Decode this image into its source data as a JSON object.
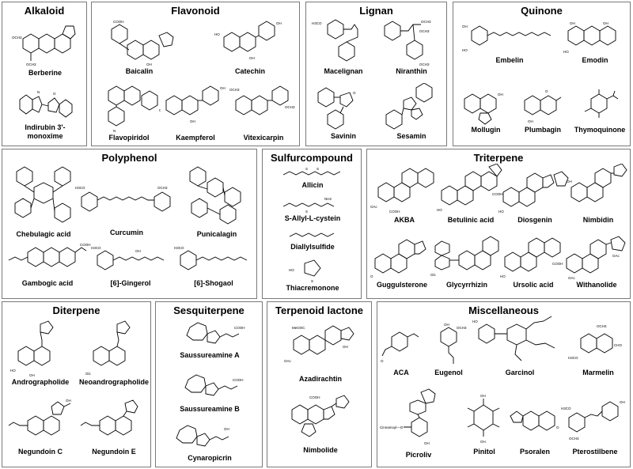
{
  "panels": {
    "alkaloid": {
      "title": "Alkaloid",
      "compounds": [
        "Berberine",
        "Indirubin 3'-monoxime"
      ]
    },
    "flavonoid": {
      "title": "Flavonoid",
      "compounds": [
        "Baicalin",
        "Catechin",
        "Flavopiridol",
        "Kaempferol",
        "Vitexicarpin"
      ]
    },
    "lignan": {
      "title": "Lignan",
      "compounds": [
        "Macelignan",
        "Niranthin",
        "Savinin",
        "Sesamin"
      ]
    },
    "quinone": {
      "title": "Quinone",
      "compounds": [
        "Embelin",
        "Emodin",
        "Mollugin",
        "Plumbagin",
        "Thymoquinone"
      ]
    },
    "polyphenol": {
      "title": "Polyphenol",
      "compounds": [
        "Chebulagic acid",
        "Curcumin",
        "Punicalagin",
        "Gambogic acid",
        "[6]-Gingerol",
        "[6]-Shogaol"
      ]
    },
    "sulfur": {
      "title": "Sulfurcompound",
      "compounds": [
        "Allicin",
        "S-Allyl-L-cystein",
        "Diallylsulfide",
        "Thiacremonone"
      ]
    },
    "triterpene": {
      "title": "Triterpene",
      "compounds": [
        "AKBA",
        "Betulinic acid",
        "Diosgenin",
        "Nimbidin",
        "Guggulsterone",
        "Glycyrrhizin",
        "Ursolic acid",
        "Withanolide"
      ]
    },
    "diterpene": {
      "title": "Diterpene",
      "compounds": [
        "Andrographolide",
        "Neoandrographolide",
        "Negundoin C",
        "Negundoin E"
      ]
    },
    "sesquiterpene": {
      "title": "Sesquiterpene",
      "compounds": [
        "Saussureamine A",
        "Saussureamine B",
        "Cynaropicrin"
      ]
    },
    "terpenoid": {
      "title": "Terpenoid lactone",
      "compounds": [
        "Azadirachtin",
        "Nimbolide"
      ]
    },
    "misc": {
      "title": "Miscellaneous",
      "compounds": [
        "ACA",
        "Eugenol",
        "Garcinol",
        "Marmelin",
        "Picroliv",
        "Pinitol",
        "Psoralen",
        "Pterostilbene"
      ]
    }
  },
  "labels": {
    "och3": "OCH3",
    "oh": "OH",
    "cooh": "COOH",
    "ho": "HO",
    "o": "O",
    "nh2": "NH2",
    "n": "N",
    "s": "S",
    "cl": "Cl",
    "cinnamoyl": "Cinnamoyl—O",
    "oac": "OAc",
    "h3co": "H3CO",
    "meooc": "MeOOC",
    "cho": "CHO",
    "glc": "Glc"
  }
}
